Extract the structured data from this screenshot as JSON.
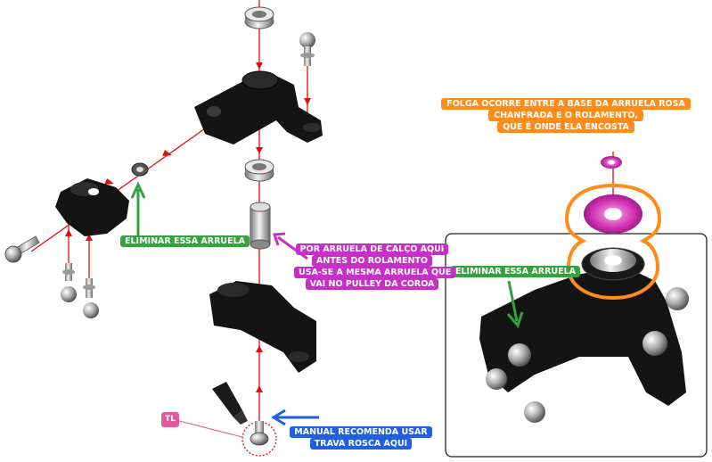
{
  "labels": {
    "eliminar_left": "ELIMINAR ESSA ARRUELA",
    "eliminar_right": "ELIMINAR ESSA ARRUELA",
    "calco": [
      "POR ARRUELA DE CALÇO AQUI",
      "ANTES DO ROLAMENTO",
      "USA-SE A MESMA ARRUELA QUE",
      "VAI NO PULLEY DA COROA"
    ],
    "manual": [
      "MANUAL RECOMENDA USAR",
      "TRAVA ROSCA AQUI"
    ],
    "folga": [
      "FOLGA OCORRE ENTRE A BASE DA ARRUELA ROSA",
      "CHANFRADA E O ROLAMENTO,",
      "QUE É ONDE ELA  ENCOSTA"
    ],
    "tl_badge": "TL"
  },
  "colors": {
    "assembly_line": "#e01010",
    "green": "#34a23d",
    "magenta": "#c630c6",
    "blue": "#1f5fe0",
    "orange": "#ff8c1a",
    "part_black": "#141414",
    "pink_washer": "#e040c0"
  }
}
